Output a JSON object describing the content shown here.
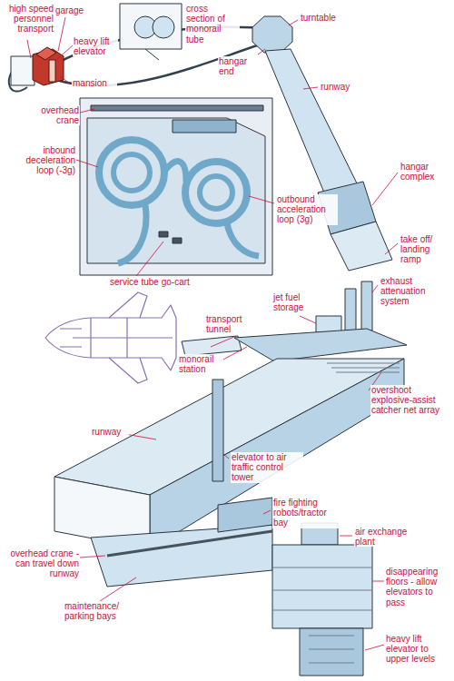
{
  "diagram": {
    "labels": [
      "high speed personnel transport",
      "garage",
      "heavy lift elevator",
      "cross section of monorail tube",
      "mansion",
      "turntable",
      "hangar end",
      "runway",
      "hangar complex",
      "take off/ landing ramp",
      "overhead crane",
      "inbound deceleration loop (-3g)",
      "outbound acceleration loop (3g)",
      "service tube go-cart",
      "exhaust attenuation system",
      "jet fuel storage",
      "transport tunnel",
      "monorail station",
      "overshoot explosive-assist catcher net array",
      "runway",
      "elevator to air traffic control tower",
      "fire fighting robots/tractor bay",
      "air exchange plant",
      "overhead crane -can travel down runway",
      "disappearing floors - allow elevators to pass",
      "maintenance/ parking bays",
      "heavy lift elevator to upper levels"
    ]
  }
}
